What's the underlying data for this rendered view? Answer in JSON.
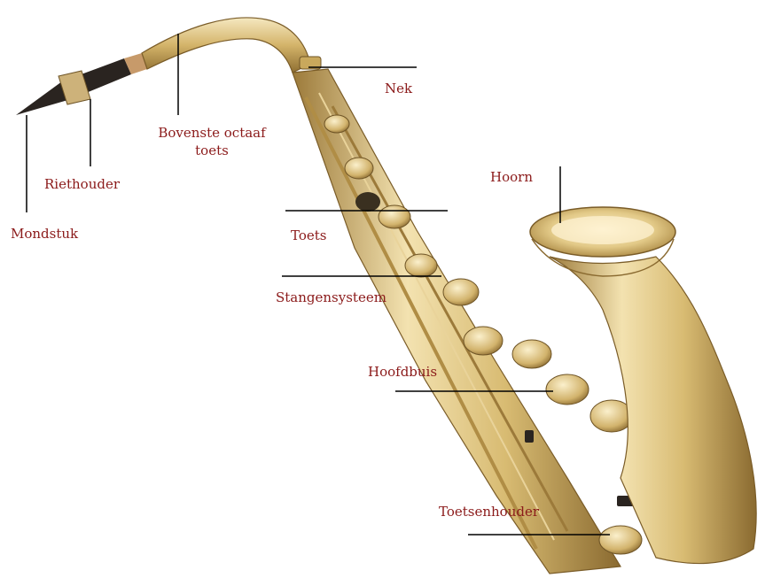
{
  "labels": {
    "mondstuk": "Mondstuk",
    "riethouder": "Riethouder",
    "bovenste_octaaf_line1": "Bovenste octaaf",
    "bovenste_octaaf_line2": "toets",
    "nek": "Nek",
    "hoorn": "Hoorn",
    "toets": "Toets",
    "stangensysteem": "Stangensysteem",
    "hoofdbuis": "Hoofdbuis",
    "toetsenhouder": "Toetsenhouder"
  },
  "colors": {
    "label_text": "#8b1a1a",
    "leader_line": "#000000",
    "brass_light": "#f3e2b0",
    "brass_mid": "#d8bb72",
    "brass_dark": "#9c7a3a",
    "mouthpiece": "#2a2420",
    "background": "#ffffff"
  }
}
